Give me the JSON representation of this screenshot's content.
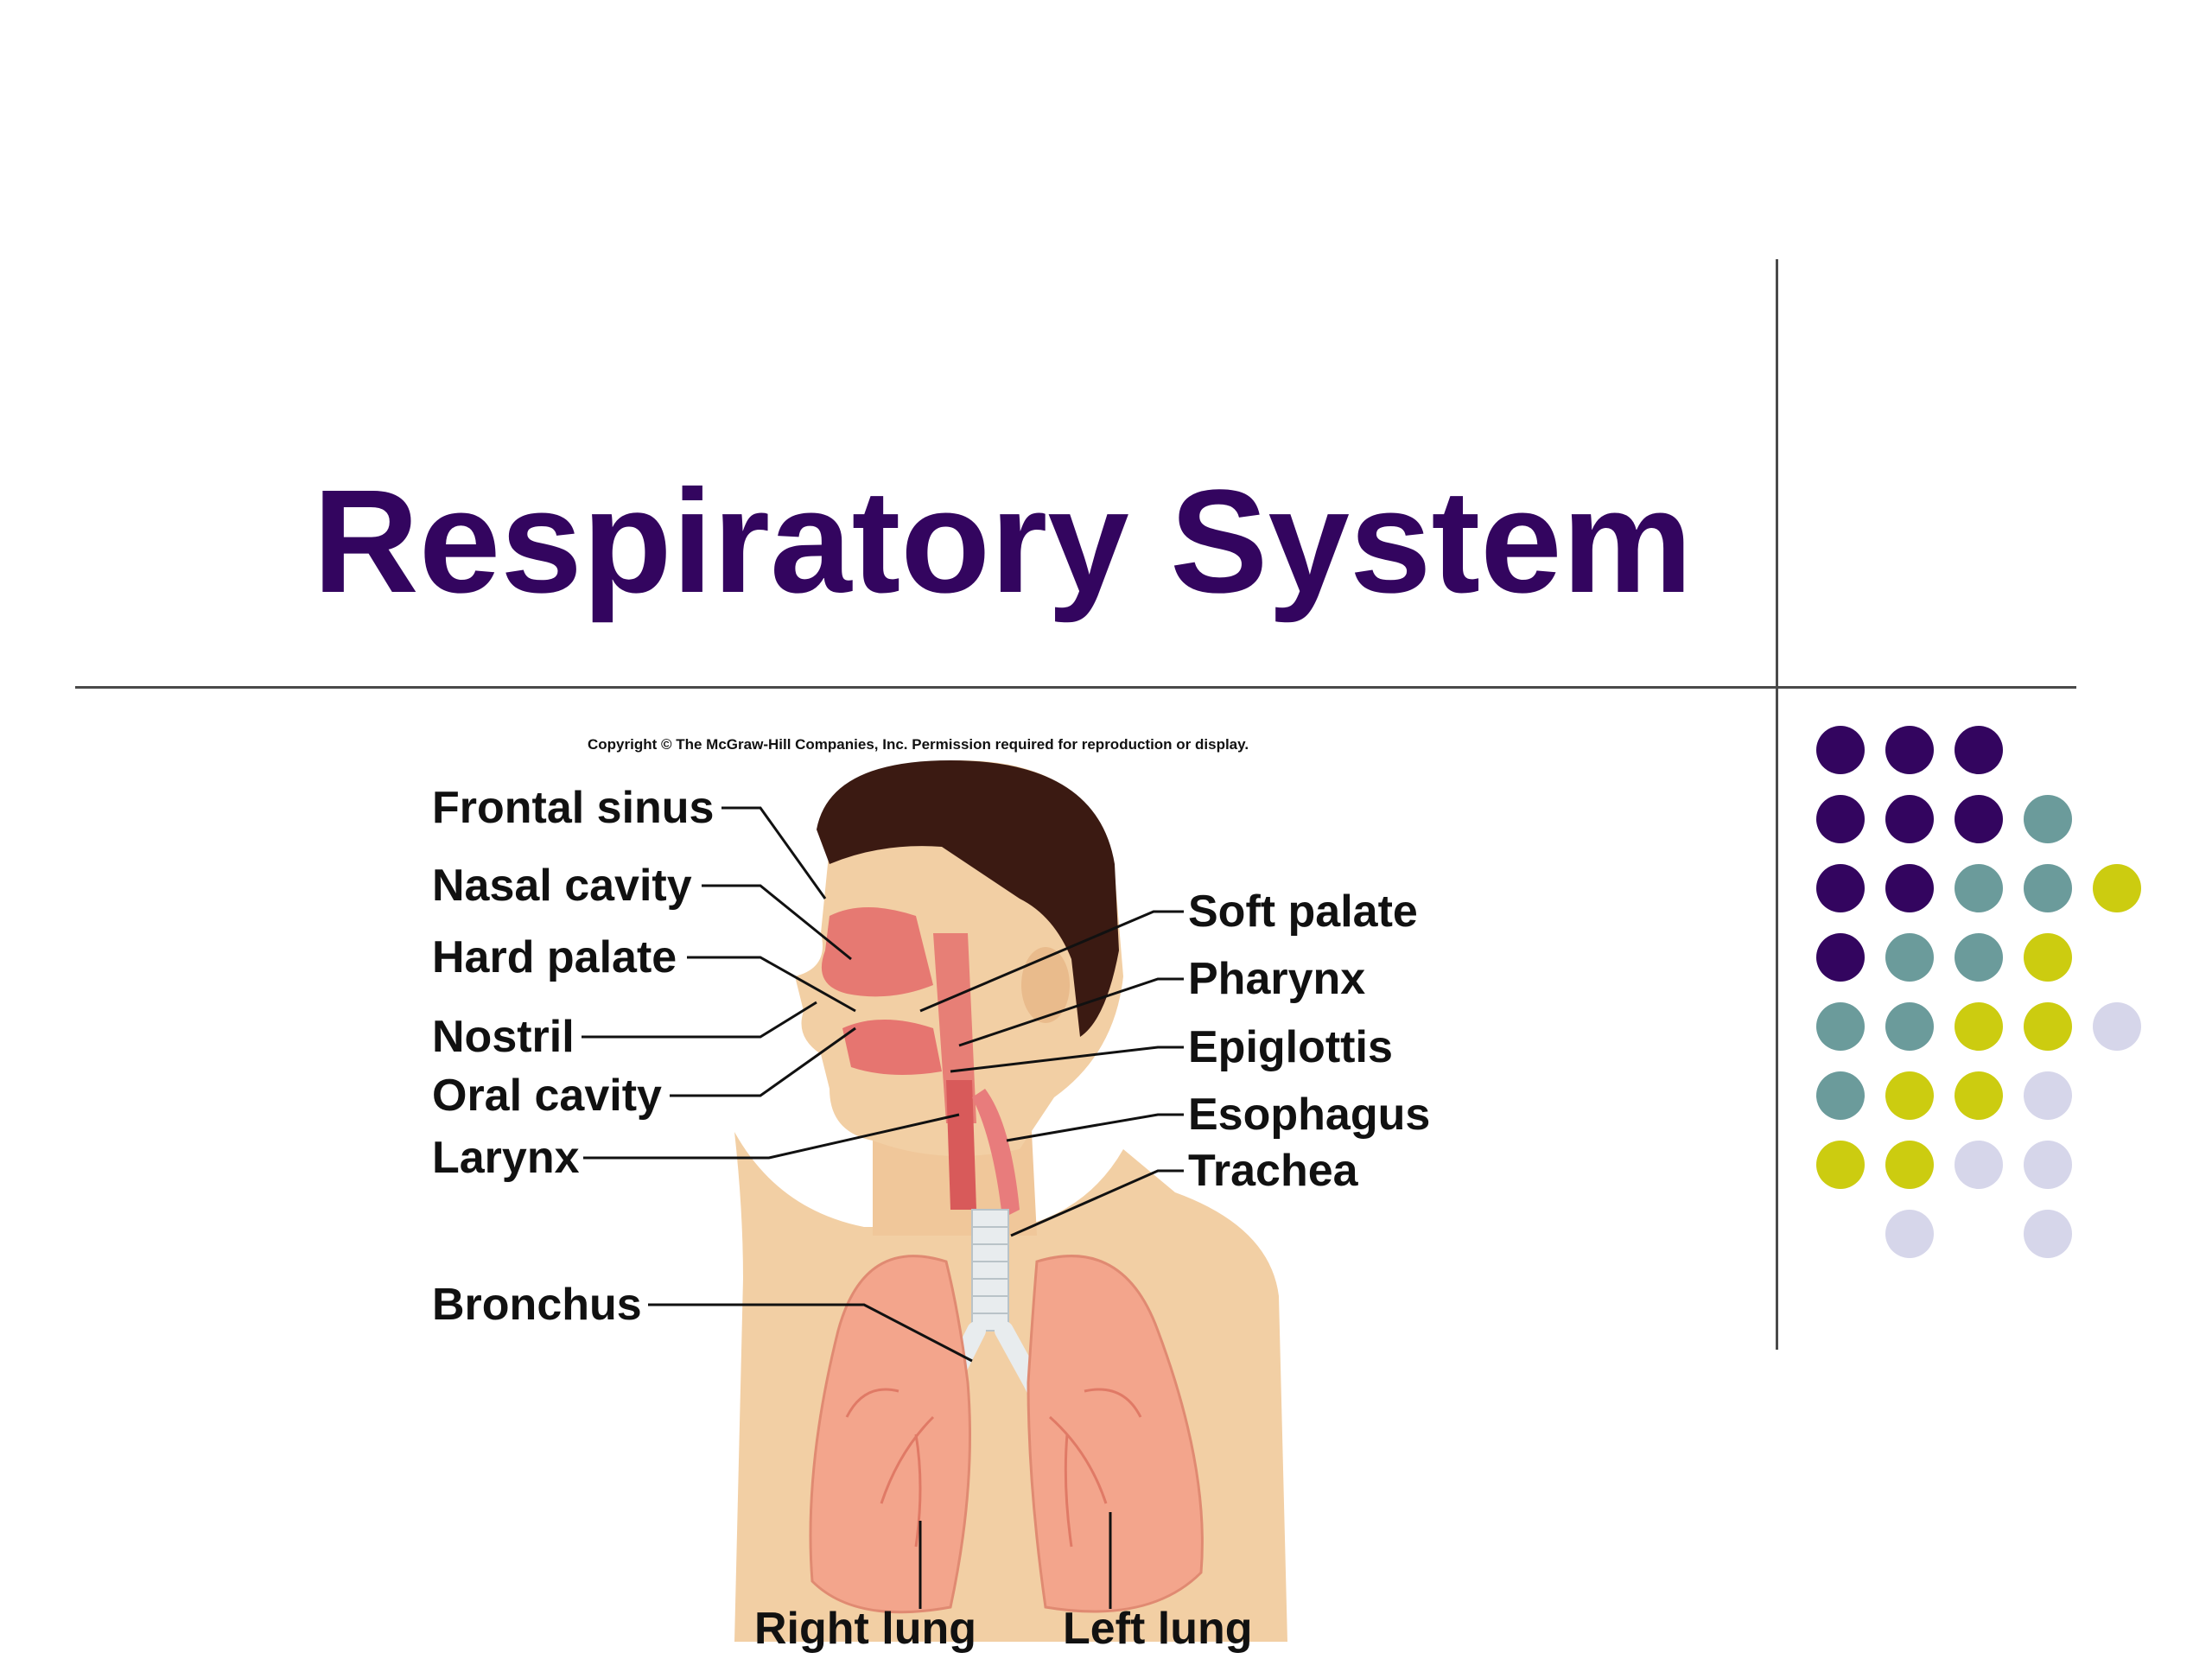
{
  "slide": {
    "title": "Respiratory System",
    "title_color": "#33055f"
  },
  "diagram": {
    "copyright": "Copyright © The McGraw-Hill Companies, Inc. Permission required for reproduction or display.",
    "labels": {
      "frontal_sinus": "Frontal sinus",
      "nasal_cavity": "Nasal cavity",
      "hard_palate": "Hard palate",
      "nostril": "Nostril",
      "oral_cavity": "Oral cavity",
      "larynx": "Larynx",
      "bronchus": "Bronchus",
      "soft_palate": "Soft palate",
      "pharynx": "Pharynx",
      "epiglottis": "Epiglottis",
      "esophagus": "Esophagus",
      "trachea": "Trachea",
      "right_lung": "Right lung",
      "left_lung": "Left lung"
    },
    "colors": {
      "skin": "#f2cfa4",
      "hair": "#3b1a12",
      "lung": "#f3a58c",
      "airway": "#e46a6a",
      "trachea": "#e8ecee"
    }
  },
  "decor": {
    "dot_colors": {
      "purple": "#33055f",
      "teal": "#6b9b9b",
      "olive": "#cccc10",
      "lavender": "#d6d6ea"
    }
  }
}
